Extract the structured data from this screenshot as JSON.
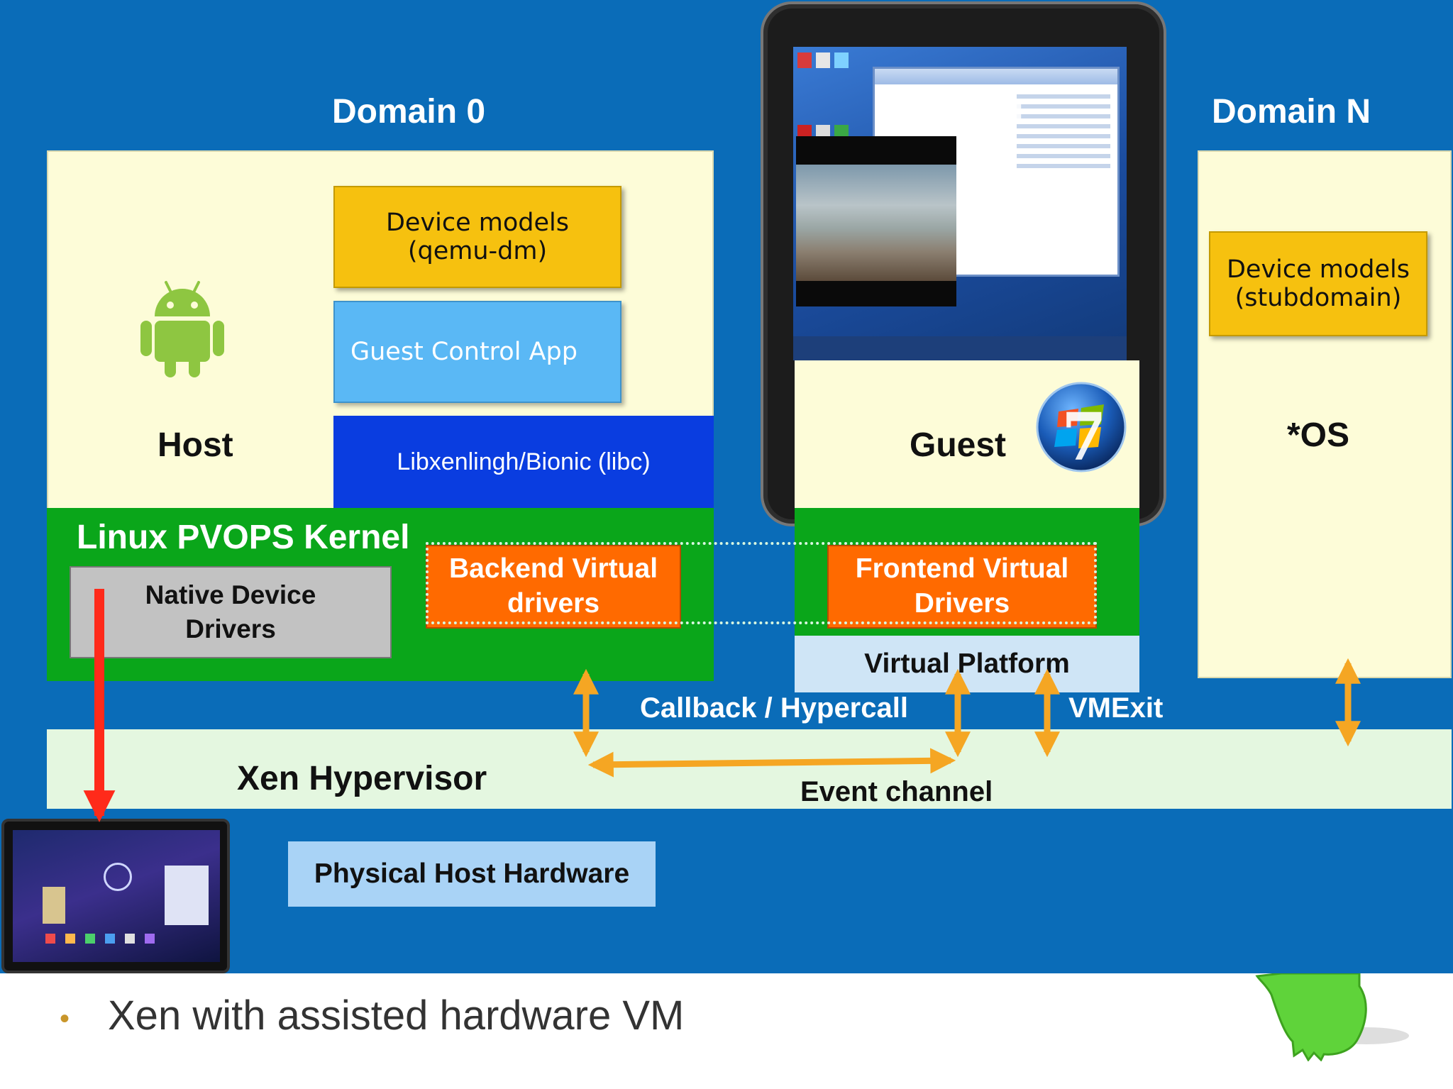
{
  "domains": {
    "domain0": {
      "title": "Domain 0"
    },
    "domain1": {
      "title": "Domain 1"
    },
    "domainN": {
      "title": "Domain N"
    }
  },
  "host": {
    "label": "Host",
    "device_models": "Device models\n(qemu-dm)",
    "guest_control_app": "Guest Control App",
    "libc": "Libxenlingh/Bionic (libc)"
  },
  "kernel": {
    "title": "Linux PVOPS Kernel",
    "native_drivers": "Native Device\nDrivers",
    "backend_drivers": "Backend Virtual\ndrivers"
  },
  "guest": {
    "label": "Guest",
    "frontend_drivers": "Frontend Virtual\nDrivers",
    "virtual_platform": "Virtual Platform"
  },
  "domain_n": {
    "device_models": "Device models\n(stubdomain)",
    "os_label": "*OS"
  },
  "hypervisor": {
    "label": "Xen Hypervisor",
    "callback_label": "Callback / Hypercall",
    "vmexit_label": "VMExit",
    "event_channel_label": "Event channel"
  },
  "hardware": {
    "label": "Physical Host Hardware"
  },
  "bullet": {
    "text": "Xen with assisted hardware VM"
  },
  "colors": {
    "background": "#0a6cb8",
    "kernel_green": "#0aa61a",
    "arrow_orange": "#f5a623",
    "arrow_red": "#ff2a1a",
    "driver_orange": "#ff6a00",
    "device_model_yellow": "#f6c10f"
  },
  "icons": [
    "android-icon",
    "windows7-icon",
    "xen-panda-hand-icon"
  ]
}
